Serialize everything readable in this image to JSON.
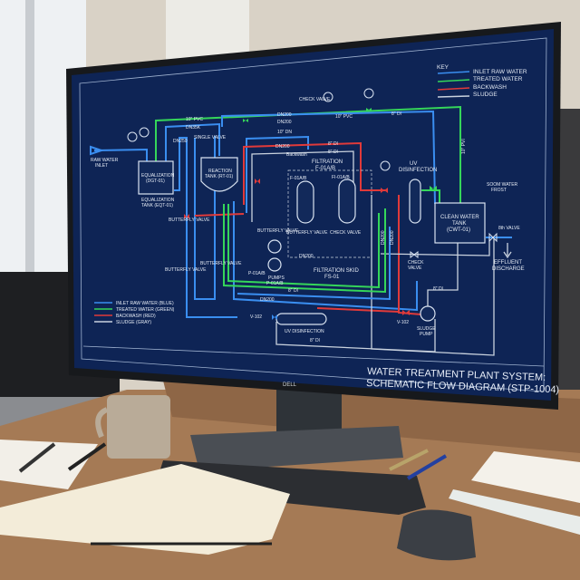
{
  "diagram": {
    "title_line1": "WATER TREATMENT PLANT SYSTEM:",
    "title_line2": "SCHEMATIC FLOW DIAGRAM (STP-1004)",
    "key": {
      "heading": "KEY",
      "items": [
        {
          "label": "INLET RAW WATER",
          "color": "#3a8ef0"
        },
        {
          "label": "TREATED WATER",
          "color": "#35d65a"
        },
        {
          "label": "BACKWASH",
          "color": "#e03a3a"
        },
        {
          "label": "SLUDGE",
          "color": "#c9d2de"
        }
      ]
    },
    "legend": [
      {
        "label": "INLET RAW WATER (BLUE)",
        "color": "#3a8ef0"
      },
      {
        "label": "TREATED WATER (GREEN)",
        "color": "#35d65a"
      },
      {
        "label": "BACKWASH (RED)",
        "color": "#e03a3a"
      },
      {
        "label": "SLUDGE (GRAY)",
        "color": "#c9d2de"
      }
    ],
    "labels": {
      "raw_inlet_1": "RAW WATER",
      "raw_inlet_2": "INLET",
      "eq_box_1": "EQUALIZATION",
      "eq_box_2": "(DGT-01)",
      "eq_tank_1": "EQUALIZATION",
      "eq_tank_2": "TANK (EQT-01)",
      "reaction_1": "REACTION",
      "reaction_2": "TANK (RT-01)",
      "pipe_10pvc_a": "10\" PVC",
      "pipe_dn35k": "DN35K",
      "pipe_dn250": "DN250",
      "single_valve": "SINGLE VALVE",
      "check_valve_top": "CHECK VALVE",
      "dn200_a": "DN200",
      "dn200_b": "DN200",
      "dn_10": "10\" DN",
      "dn200_c": "DN200",
      "backwash": "Backwash",
      "pipe_10pvc_b": "10\" PVC",
      "pipe_8di_a": "8\" DI",
      "pipe_8di_b": "8\" DI",
      "pipe_8di_c": "8\" DI",
      "filtration_1": "FILTRATION",
      "filtration_2": "F-01A/B",
      "f01ab": "F-01A/B",
      "fi01ab": "FI-01A/B",
      "uv_1": "UV",
      "uv_2": "DISINFECTION",
      "pvi": "10\" PVI",
      "feed_1": "SOOM WATER",
      "feed_2": "FROST",
      "cwt_1": "CLEAN WATER",
      "cwt_2": "TANK",
      "cwt_3": "(CWT-01)",
      "valve_8": "8th VALVE",
      "effluent_1": "EFFLUENT",
      "effluent_2": "DISCHARGE",
      "check_valve_2a": "CHECK",
      "check_valve_2b": "VALVE",
      "skid_1": "FILTRATION SKID",
      "skid_2": "FS-01",
      "pumps_1": "PUMPS",
      "pumps_2": "P-01A/B",
      "p01ab": "P-01A/B",
      "bfv_1": "BUTTERFLY VALVE",
      "bfv_2": "BUTTERFLY VALVE",
      "bfv_3": "BUTTERFLY VALVE",
      "bfv_4": "BUTTERFLY VALVE",
      "bfv_5": "BUTTERFLY VALVE",
      "check_valve_3": "CHECK VALVE",
      "dn200_d": "DN200",
      "dn200_e": "DN200",
      "dn200_v1": "DN200",
      "dn200_v2": "DN200",
      "pipe_8di_d": "8\" DI",
      "pipe_8di_e": "8\" DI",
      "pipe_8di_f": "8\" DI",
      "v102_a": "V-102",
      "v102_b": "V-102",
      "uv_lower": "UV DISINFECTION",
      "sludge_pump_1": "SLUDGE",
      "sludge_pump_2": "PUMP"
    }
  },
  "monitor": {
    "brand": "DELL"
  }
}
